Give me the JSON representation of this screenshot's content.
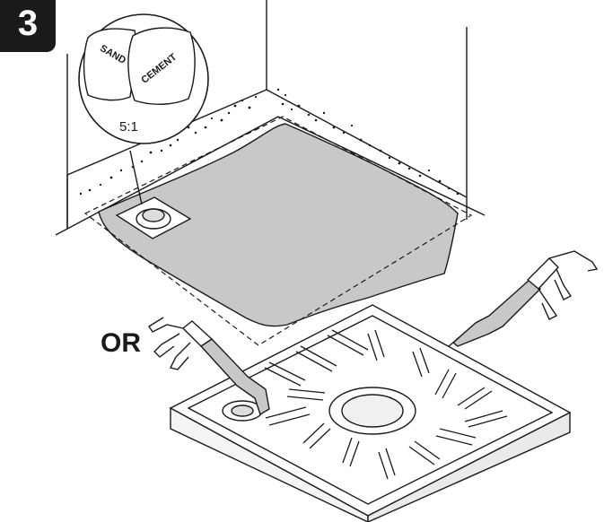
{
  "step": {
    "number": "3"
  },
  "bags": {
    "left_label": "SAND",
    "right_label": "CEMENT",
    "ratio": "5:1"
  },
  "alternative_label": "OR",
  "colors": {
    "screed": "#c8c8c8",
    "ink": "#1a1a1a",
    "badge": "#1a1a1a"
  }
}
